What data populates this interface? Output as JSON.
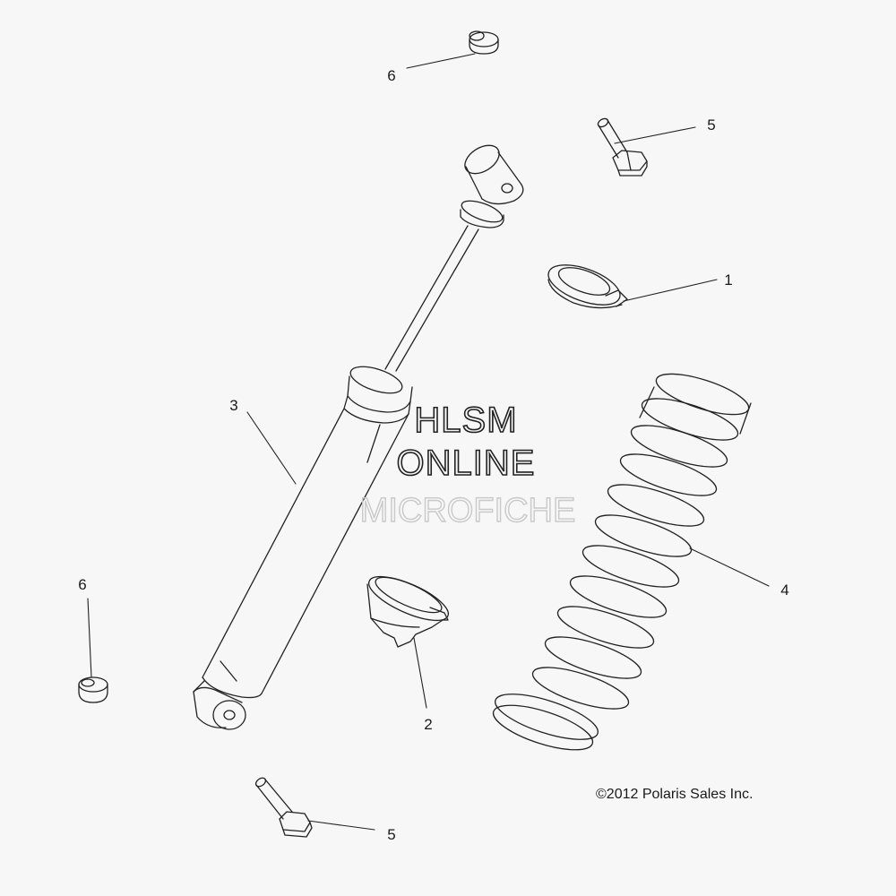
{
  "callouts": [
    {
      "id": "6a",
      "label": "6"
    },
    {
      "id": "5a",
      "label": "5"
    },
    {
      "id": "1",
      "label": "1"
    },
    {
      "id": "3",
      "label": "3"
    },
    {
      "id": "4",
      "label": "4"
    },
    {
      "id": "6b",
      "label": "6"
    },
    {
      "id": "2",
      "label": "2"
    },
    {
      "id": "5b",
      "label": "5"
    }
  ],
  "watermark": {
    "line1": "HLSM",
    "line2": "ONLINE",
    "line3": "MICROFICHE"
  },
  "copyright": "©2012 Polaris Sales Inc.",
  "colors": {
    "line": "#222222",
    "background": "#f7f7f7",
    "watermark_faint": "#c9c9c9"
  }
}
